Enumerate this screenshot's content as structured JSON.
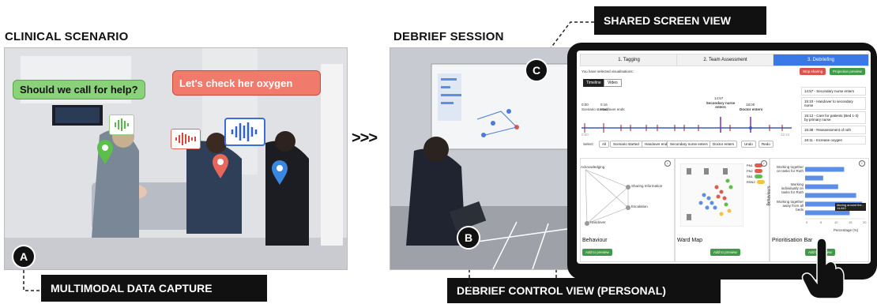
{
  "headings": {
    "clinical_scenario": "CLINICAL SCENARIO",
    "debrief_session": "DEBRIEF SESSION",
    "shared_screen_view": "SHARED SCREEN VIEW",
    "multimodal_data_capture": "MULTIMODAL DATA CAPTURE",
    "debrief_control_view": "DEBRIEF CONTROL VIEW (PERSONAL)"
  },
  "markers": {
    "a": "A",
    "b": "B",
    "c": "C"
  },
  "arrow_text": ">>>",
  "speech": {
    "bubble_1": "Should we call for help?",
    "bubble_2": "Let's check her oxygen"
  },
  "tablet_ui": {
    "tabs": [
      "1. Tagging",
      "2. Team Assessment",
      "3. Debriefing"
    ],
    "selected_text": "You have selected visualisations:",
    "stop_sharing": "Stop sharing",
    "projection_preview": "Projection preview",
    "view_tabs": [
      "Timeline",
      "Video"
    ],
    "timeline": {
      "start_left": "0:00",
      "start_label": "Scenario started",
      "mark_2_time": "0:16",
      "mark_2_label": "Handover ends",
      "mark_3_time": "14:57",
      "mark_3_label": "Secondary nurse enters",
      "mark_4_time": "18:00",
      "mark_4_label": "Doctor enters",
      "axis_start": "0:00",
      "axis_end": "22:24"
    },
    "select_label": "Select:",
    "filter_buttons": [
      "All",
      "Scenario started",
      "Handover ends",
      "Secondary nurse enters",
      "Doctor enters"
    ],
    "undo": "Undo",
    "redo": "Redo",
    "events": [
      "14:57 - Secondary nurse enters",
      "15:10 - Handover to secondary nurse",
      "15:12 - Care for patients (Bed 1-3) by primary nurse",
      "15:38 - Reassessment of ruth",
      "18:11 - Increase oxygen"
    ],
    "panel_titles": {
      "behaviour": "Behaviour",
      "ward_map": "Ward Map",
      "prioritisation_bar": "Prioritisation Bar"
    },
    "network_nodes": [
      "Acknowledging",
      "Sharing Information",
      "Escalation",
      "Handover"
    ],
    "add_to_preview": "Add to preview",
    "ward_toggles": [
      "PN1",
      "PN2",
      "SN1",
      "RSN2"
    ],
    "bar_axis_title": "Behaviours",
    "bar_x_label": "Percentage (%)",
    "bar_categories": [
      "Working together on tasks for Ruth",
      "Working individually on tasks for Ruth",
      "Working together away from all beds"
    ],
    "tooltip_title": "Moving around the...",
    "tooltip_value": "14.843"
  },
  "colors": {
    "bubble_green": "#8ad27a",
    "bubble_red": "#f07b6d",
    "accent_blue": "#3b78e7",
    "bar_blue": "#5b8ee6"
  },
  "chart_data": {
    "type": "bar",
    "categories": [
      "Working together on tasks for Ruth",
      "",
      "Working individually on tasks for Ruth",
      "",
      "Working together away from all beds",
      ""
    ],
    "values": [
      13,
      6,
      11,
      17,
      19,
      14.843
    ],
    "xlabel": "Percentage (%)",
    "ylabel": "Behaviours",
    "xlim": [
      0,
      20
    ],
    "x_ticks": [
      "0",
      "5",
      "10",
      "15",
      "20"
    ]
  }
}
